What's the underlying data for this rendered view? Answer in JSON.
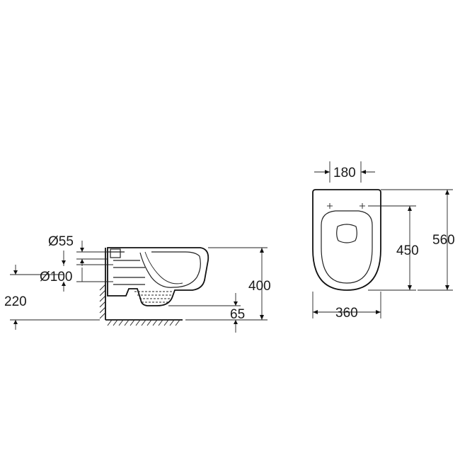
{
  "side_view": {
    "dim_pipe_small": "Ø55",
    "dim_pipe_large": "Ø100",
    "dim_height_inlet": "220",
    "dim_height_total": "400",
    "dim_height_bottom": "65"
  },
  "top_view": {
    "dim_fixing_spacing": "180",
    "dim_width": "360",
    "dim_seat_length": "450",
    "dim_total_length": "560"
  }
}
